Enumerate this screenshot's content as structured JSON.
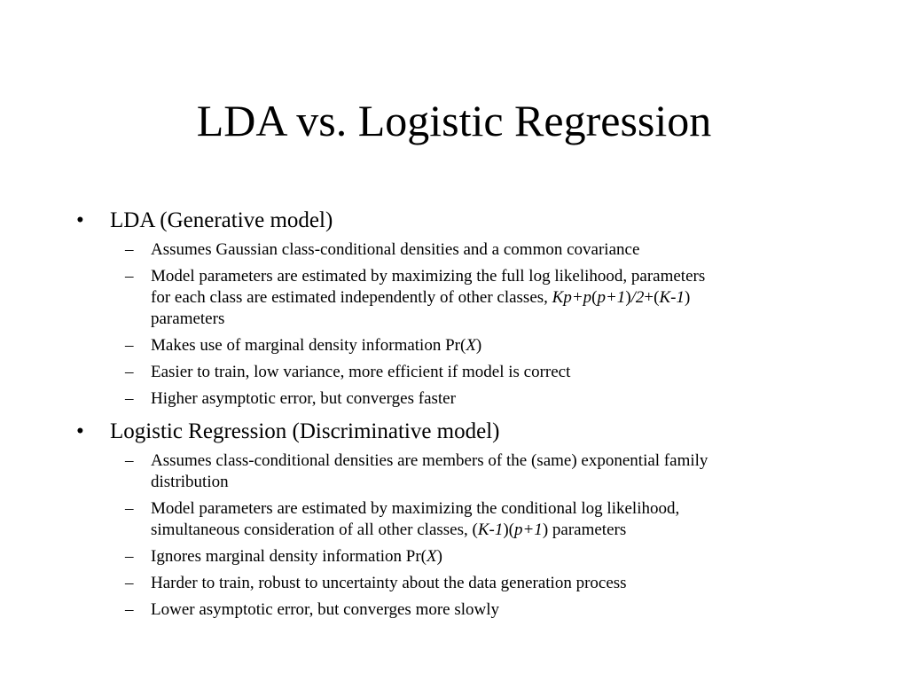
{
  "slide": {
    "title": "LDA vs. Logistic Regression",
    "bullet_marker": "•",
    "sub_marker": "–",
    "bullets": [
      {
        "label": "LDA (Generative model)",
        "subitems": [
          {
            "lines": [
              "Assumes Gaussian class-conditional densities and a common covariance"
            ]
          },
          {
            "lines": [
              "Model parameters are estimated by maximizing the full log likelihood, parameters",
              "for each class are estimated independently of other classes, ",
              "parameters"
            ],
            "math": {
              "k": "Kp+p",
              "open1": "(",
              "p1": "p+1",
              "close1": ")",
              "div": "/2",
              "plus": "+",
              "open2": "(",
              "k1": "K-1",
              "close2": ")"
            }
          },
          {
            "lines": [
              "Makes use of marginal density information Pr("
            ],
            "x": "X",
            "close": ")"
          },
          {
            "lines": [
              "Easier to train, low variance, more efficient if model is correct"
            ]
          },
          {
            "lines": [
              "Higher asymptotic error, but converges faster"
            ]
          }
        ]
      },
      {
        "label": "Logistic Regression (Discriminative model)",
        "subitems": [
          {
            "lines": [
              "Assumes class-conditional densities are members of the (same) exponential family",
              "distribution"
            ]
          },
          {
            "lines": [
              "Model parameters are estimated by maximizing the conditional log likelihood,",
              "simultaneous consideration of all other classes, ",
              " parameters"
            ],
            "math": {
              "open1": "(",
              "k1": "K-1",
              "close1": ")",
              "open2": "(",
              "p1": "p+1",
              "close2": ")"
            }
          },
          {
            "lines": [
              "Ignores marginal density information Pr("
            ],
            "x": "X",
            "close": ")"
          },
          {
            "lines": [
              "Harder to train, robust to uncertainty about the data generation process"
            ]
          },
          {
            "lines": [
              "Lower asymptotic error, but converges more slowly"
            ]
          }
        ]
      }
    ]
  }
}
